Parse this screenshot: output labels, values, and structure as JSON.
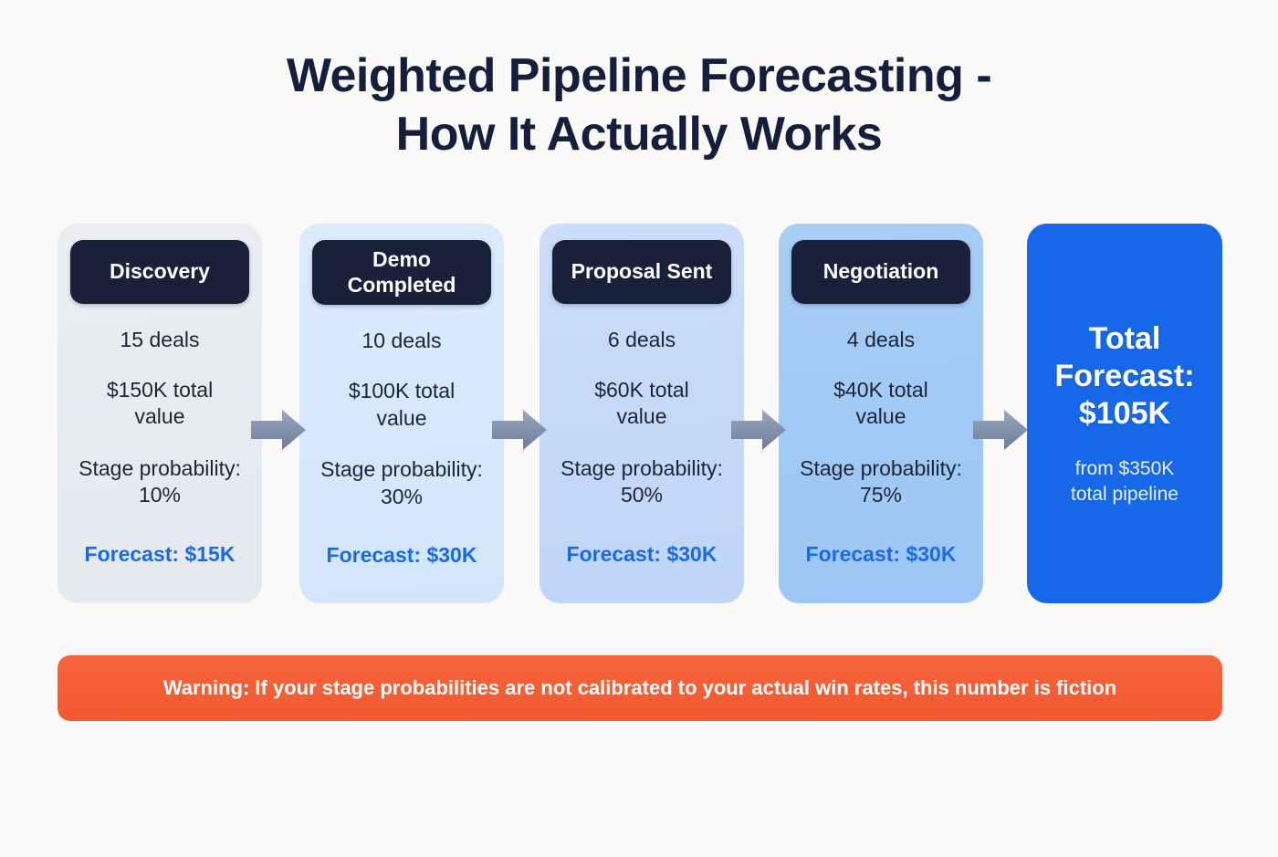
{
  "page": {
    "background_color": "#faf9f7",
    "title_line_1": "Weighted Pipeline Forecasting -",
    "title_line_2": "How It Actually Works",
    "title_color": "#141f3c",
    "accent_color": "#1a6ae8",
    "badge_color": "#19213a",
    "warning_color": "#f4603a",
    "arrow_color": "#7c8ba6"
  },
  "chart_data": {
    "type": "table",
    "title": "Weighted Pipeline Forecasting - How It Actually Works",
    "categories": [
      "Discovery",
      "Demo Completed",
      "Proposal Sent",
      "Negotiation"
    ],
    "deals": [
      15,
      10,
      6,
      4
    ],
    "total_value_k": [
      150,
      100,
      60,
      40
    ],
    "stage_probability_pct": [
      10,
      30,
      50,
      75
    ],
    "forecast_k": [
      15,
      30,
      30,
      30
    ],
    "total_forecast_k": 105,
    "total_pipeline_k": 350
  },
  "stages": [
    {
      "name": "Discovery",
      "deals": "15 deals",
      "value": "$150K total value",
      "probability": "Stage probability: 10%",
      "forecast": "Forecast: $15K",
      "background_color": "#e8ebf0"
    },
    {
      "name": "Demo Completed",
      "deals": "10 deals",
      "value": "$100K total value",
      "probability": "Stage probability: 30%",
      "forecast": "Forecast: $30K",
      "background_color": "#d8e8fb"
    },
    {
      "name": "Proposal Sent",
      "deals": "6 deals",
      "value": "$60K total value",
      "probability": "Stage probability: 50%",
      "forecast": "Forecast: $30K",
      "background_color": "#c6daf8"
    },
    {
      "name": "Negotiation",
      "deals": "4 deals",
      "value": "$40K total value",
      "probability": "Stage probability: 75%",
      "forecast": "Forecast: $30K",
      "background_color": "#a4caf5"
    }
  ],
  "total": {
    "heading_line_1": "Total",
    "heading_line_2": "Forecast:",
    "heading_line_3": "$105K",
    "subtext_line_1": "from $350K",
    "subtext_line_2": "total pipeline",
    "background_color": "#1668e8"
  },
  "warning": {
    "text": "Warning: If your stage probabilities are not calibrated to your actual win rates, this number is fiction"
  }
}
